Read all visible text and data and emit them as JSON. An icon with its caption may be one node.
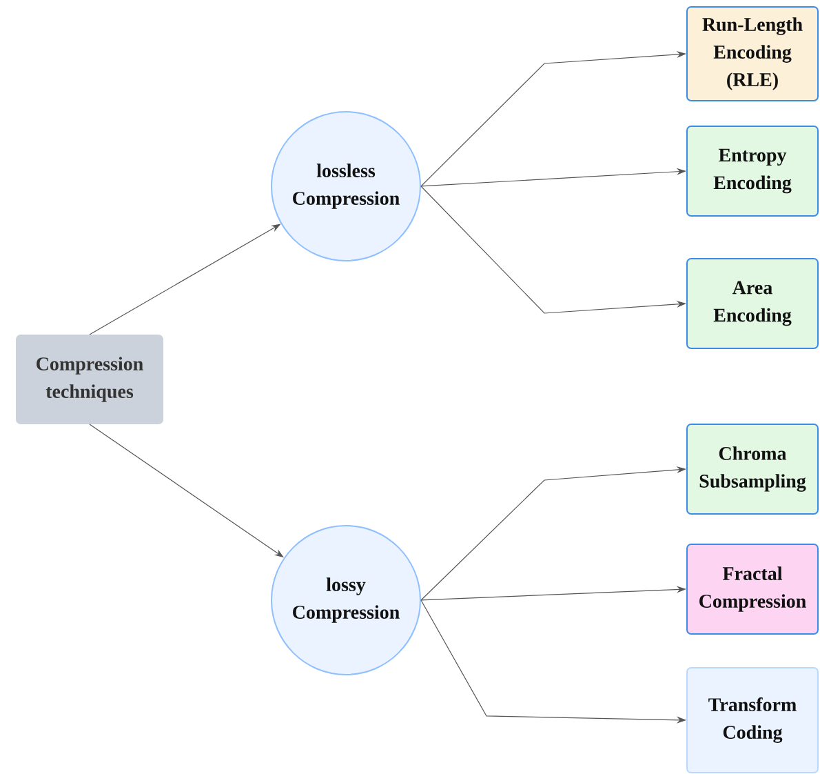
{
  "diagram": {
    "nodes": [
      {
        "text": [
          "Compression techniques"
        ]
      },
      {
        "text": [
          "lossless Compression"
        ]
      },
      {
        "text": [
          "Run-Length Encoding (RLE)"
        ]
      },
      {
        "text": [
          "Entropy Encoding"
        ]
      },
      {
        "text": [
          "Area Encoding"
        ]
      },
      {
        "text": [
          "lossy Compression"
        ]
      },
      {
        "text": [
          "Chroma Subsampling"
        ]
      },
      {
        "text": [
          "Fractal Compression"
        ]
      },
      {
        "text": [
          "Transform Coding"
        ]
      }
    ],
    "edges": [
      {
        "from": 0,
        "to": 1,
        "arrow": "to"
      },
      {
        "from": 0,
        "to": 5,
        "arrow": "to"
      },
      {
        "from": 1,
        "to": 2,
        "arrow": "to"
      },
      {
        "from": 1,
        "to": 3,
        "arrow": "to"
      },
      {
        "from": 1,
        "to": 4,
        "arrow": "to"
      },
      {
        "from": 5,
        "to": 6,
        "arrow": "to"
      },
      {
        "from": 5,
        "to": 7,
        "arrow": "to"
      },
      {
        "from": 5,
        "to": 8,
        "arrow": "to"
      }
    ]
  }
}
